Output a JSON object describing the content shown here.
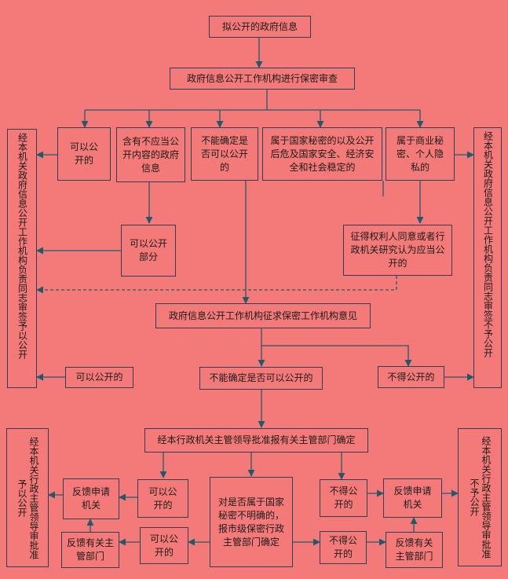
{
  "nodes": {
    "n1": "拟公开的政府信息",
    "n2": "政府信息公开工作机构进行保密审查",
    "n3": "可以公开的",
    "n4": "含有不应当公开内容的政府信息",
    "n5": "不能确定是否可以公开的",
    "n6": "属于国家秘密的以及公开后危及国家安全、经济安全和社会稳定的",
    "n7": "属于商业秘密、个人隐私的",
    "n8": "可以公开部分",
    "n9": "征得权利人同意或者行政机关研究认为应当公开的",
    "n10": "政府信息公开工作机构征求保密工作机构意见",
    "n11": "可以公开的",
    "n12": "不能确定是否可以公开的",
    "n13": "不得公开的",
    "n14": "经本行政机关主管领导批准报有关主管部门确定",
    "n15": "可以公开的",
    "n16": "对是否属于国家秘密不明确的，报市级保密行政主管部门确定",
    "n17": "不得公开的",
    "n18": "反馈申请机关",
    "n19": "反馈申请机关",
    "n20": "反馈有关主管部门",
    "n21": "可以公开的",
    "n22": "不得公开的",
    "n23": "反馈有关主管部门",
    "v_left_top": "经本机关政府信息公开工作机构负责同志审签予以公开",
    "v_right_top": "经本机关政府信息公开工作机构负责同志审签不予公开",
    "v_left_bottom": "经本机关行政主管领导审批准予以公开",
    "v_right_bottom": "经本机关行政主管领导审批准不予公开"
  },
  "colors": {
    "background": "#f47a7a",
    "line": "#2f3e5a"
  }
}
